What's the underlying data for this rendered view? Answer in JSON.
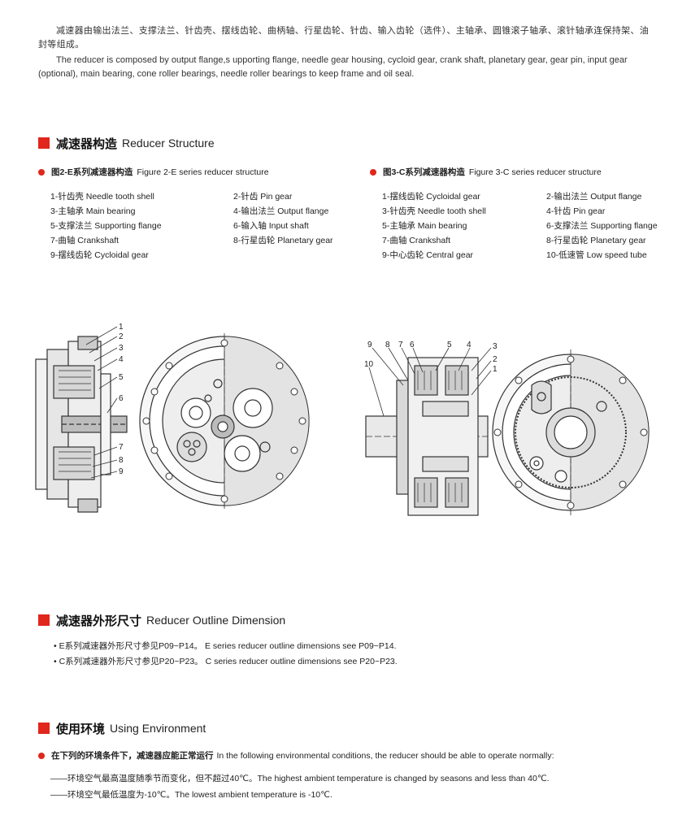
{
  "intro": {
    "zh": "减速器由输出法兰、支撑法兰、针齿壳、摆线齿轮、曲柄轴、行星齿轮、针齿、输入齿轮（选件）、主轴承、圆锥滚子轴承、滚针轴承连保持架、油封等组成。",
    "en": "The reducer is composed by output flange,s upporting flange, needle gear housing, cycloid gear, crank shaft, planetary gear, gear pin, input gear (optional), main bearing, cone roller bearings, needle roller bearings to keep frame and oil seal."
  },
  "structure": {
    "title_zh": "减速器构造",
    "title_en": "Reducer Structure",
    "fig_e": {
      "title_zh": "图2-E系列减速器构造",
      "title_en": "Figure 2-E series reducer structure",
      "parts": [
        "1-针齿壳 Needle tooth shell",
        "2-针齿 Pin gear",
        "3-主轴承 Main bearing",
        "4-输出法兰 Output flange",
        "5-支撑法兰 Supporting flange",
        "6-输入轴 Input shaft",
        "7-曲轴 Crankshaft",
        "8-行星齿轮 Planetary gear",
        "9-摆线齿轮 Cycloidal gear"
      ],
      "callouts": [
        "1",
        "2",
        "3",
        "4",
        "5",
        "6",
        "7",
        "8",
        "9"
      ]
    },
    "fig_c": {
      "title_zh": "图3-C系列减速器构造",
      "title_en": "Figure 3-C series reducer structure",
      "parts": [
        "1-摆线齿轮 Cycloidal gear",
        "2-输出法兰 Output flange",
        "3-针齿壳 Needle tooth shell",
        "4-针齿 Pin gear",
        "5-主轴承 Main bearing",
        "6-支撑法兰 Supporting flange",
        "7-曲轴 Crankshaft",
        "8-行星齿轮 Planetary gear",
        "9-中心齿轮 Central gear",
        "10-低速管 Low speed tube"
      ],
      "callouts": [
        "9",
        "8",
        "7",
        "6",
        "5",
        "4",
        "3",
        "2",
        "1",
        "10"
      ]
    }
  },
  "outline": {
    "title_zh": "减速器外形尺寸",
    "title_en": "Reducer Outline Dimension",
    "items": [
      "• E系列减速器外形尺寸参见P09~P14。 E series reducer outline dimensions see P09~P14.",
      "• C系列减速器外形尺寸参见P20~P23。 C series reducer outline dimensions see P20~P23."
    ]
  },
  "environment": {
    "title_zh": "使用环境",
    "title_en": "Using Environment",
    "lead_zh": "在下列的环境条件下，减速器应能正常运行",
    "lead_en": "In the following environmental conditions, the reducer should be able to operate normally:",
    "items": [
      "——环境空气最高温度随季节而变化，但不超过40℃。The highest ambient temperature is changed by seasons and less than 40℃.",
      "——环境空气最低温度为-10℃。The lowest ambient temperature is -10℃."
    ]
  },
  "colors": {
    "accent": "#e1261c"
  }
}
